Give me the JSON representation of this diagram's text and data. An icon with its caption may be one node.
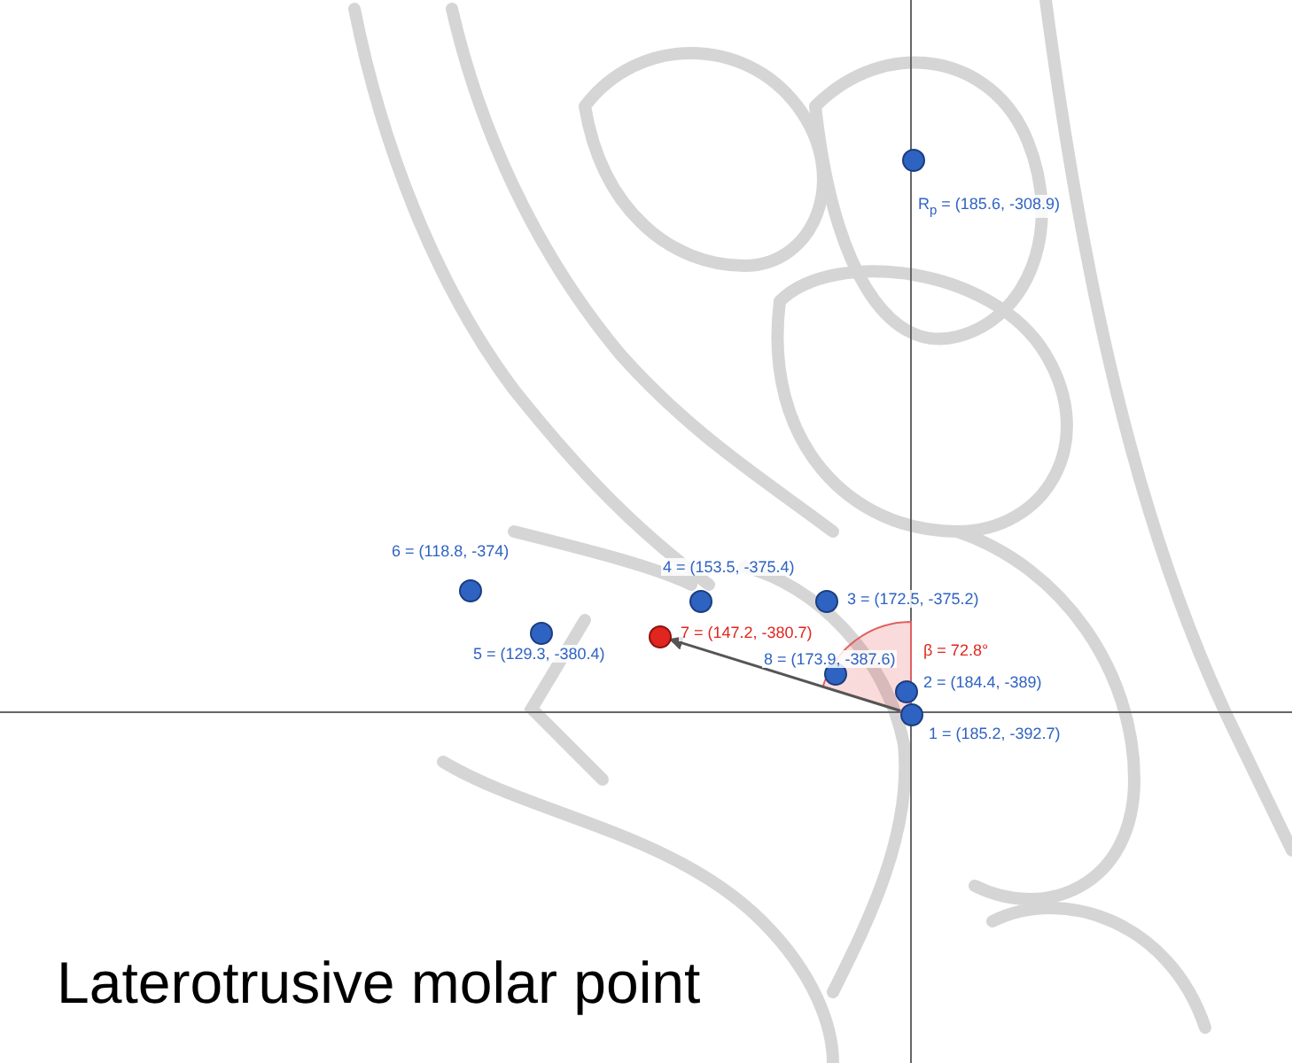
{
  "diagram": {
    "caption": "Laterotrusive molar point",
    "nodes": [
      {
        "text": [],
        "shape": "circle",
        "beside": [
          "R$_{p}$ = (185.6, -308.9)"
        ]
      },
      {
        "text": [],
        "shape": "circle",
        "beside": [
          "6 = (118.8, -374)"
        ]
      },
      {
        "text": [],
        "shape": "circle",
        "beside": [
          "4 = (153.5, -375.4)"
        ]
      },
      {
        "text": [],
        "shape": "circle",
        "beside": [
          "3 = (172.5, -375.2)"
        ]
      },
      {
        "text": [],
        "shape": "circle",
        "beside": [
          "5 = (129.3, -380.4)"
        ]
      },
      {
        "text": [],
        "shape": "circle",
        "beside": [
          "7 = (147.2, -380.7)"
        ]
      },
      {
        "text": [],
        "shape": "circle",
        "beside": [
          "8 = (173.9, -387.6)"
        ]
      },
      {
        "text": [],
        "shape": "circle",
        "beside": [
          "2 = (184.4, -389)"
        ]
      },
      {
        "text": [],
        "shape": "circle",
        "beside": [
          "1 = (185.2, -392.7)"
        ]
      }
    ],
    "edges": [
      {
        "from": 8,
        "to": 5,
        "arrow": "to"
      }
    ],
    "labels": [
      "β = 72.8°"
    ]
  }
}
